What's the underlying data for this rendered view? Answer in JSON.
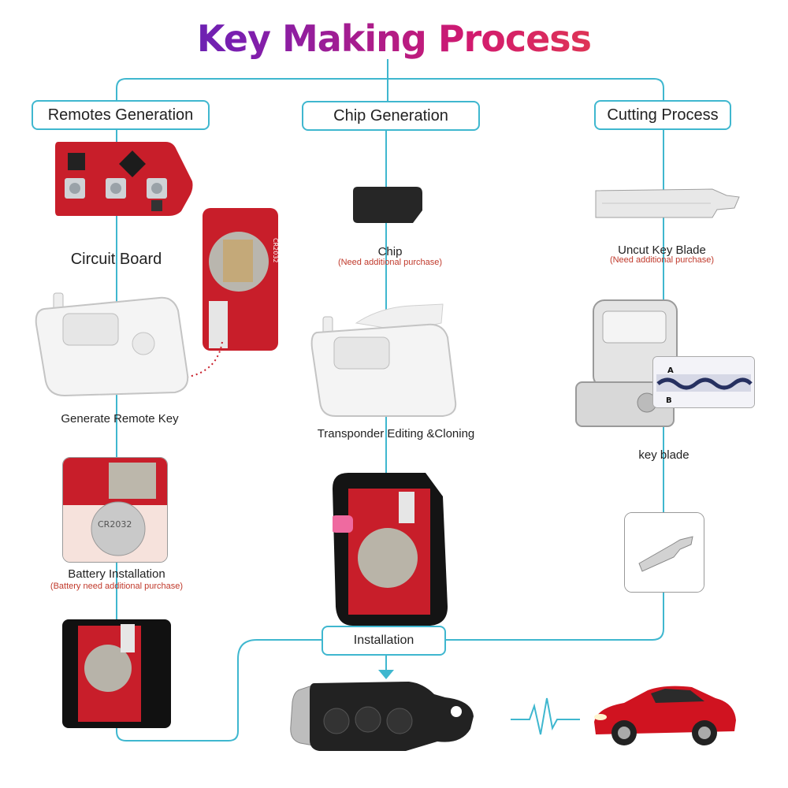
{
  "title": "Key Making Process",
  "columns": {
    "remotes": {
      "heading": "Remotes Generation"
    },
    "chip": {
      "heading": "Chip Generation"
    },
    "cutting": {
      "heading": "Cutting Process"
    }
  },
  "steps": {
    "circuit_board": "Circuit Board",
    "generate_remote": "Generate Remote Key",
    "battery_installation": "Battery Installation",
    "battery_note": "(Battery need additional purchase)",
    "chip": "Chip",
    "chip_note": "(Need additional purchase)",
    "transponder": "Transponder Editing &Cloning",
    "uncut_blade": "Uncut Key  Blade",
    "blade_note": "(Need additional purchase)",
    "key_blade": "key blade",
    "installation": "Installation"
  },
  "image_text": {
    "battery_model": "CR2032",
    "decoder_labels": [
      "A",
      "B"
    ]
  },
  "colors": {
    "connector": "#3fb7cf",
    "pcb_red": "#c81e2a",
    "note_red": "#c0392b",
    "car_red": "#d01320"
  }
}
